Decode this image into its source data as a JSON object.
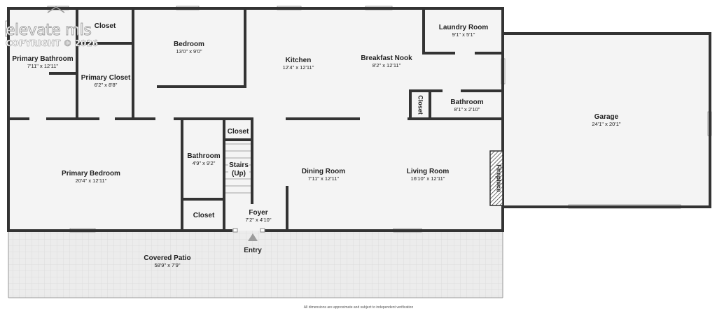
{
  "rooms": {
    "closet_top": {
      "name": "Closet",
      "dim": ""
    },
    "primary_bathroom": {
      "name": "Primary Bathroom",
      "dim": "7'11\" x 12'11\""
    },
    "primary_closet": {
      "name": "Primary Closet",
      "dim": "6'2\" x 8'8\""
    },
    "bedroom": {
      "name": "Bedroom",
      "dim": "13'0\" x 9'0\""
    },
    "kitchen": {
      "name": "Kitchen",
      "dim": "12'4\" x 12'11\""
    },
    "breakfast_nook": {
      "name": "Breakfast Nook",
      "dim": "8'2\" x 12'11\""
    },
    "laundry_room": {
      "name": "Laundry Room",
      "dim": "9'1\" x 5'1\""
    },
    "closet_side": {
      "name": "Closet",
      "dim": ""
    },
    "bathroom_east": {
      "name": "Bathroom",
      "dim": "8'1\" x 2'10\""
    },
    "garage": {
      "name": "Garage",
      "dim": "24'1\" x 20'1\""
    },
    "primary_bedroom": {
      "name": "Primary Bedroom",
      "dim": "20'4\" x 12'11\""
    },
    "bathroom_mid": {
      "name": "Bathroom",
      "dim": "4'9\" x 9'2\""
    },
    "closet_stairs": {
      "name": "Closet",
      "dim": ""
    },
    "stairs": {
      "name": "Stairs",
      "dim": "(Up)"
    },
    "dining_room": {
      "name": "Dining Room",
      "dim": "7'11\" x 12'11\""
    },
    "living_room": {
      "name": "Living Room",
      "dim": "16'10\" x 12'11\""
    },
    "fireplace": {
      "name": "Fireplace",
      "dim": ""
    },
    "closet_foyer": {
      "name": "Closet",
      "dim": ""
    },
    "foyer": {
      "name": "Foyer",
      "dim": "7'2\" x 4'10\""
    },
    "covered_patio": {
      "name": "Covered Patio",
      "dim": "58'9\" x 7'9\""
    }
  },
  "entry_label": "Entry",
  "watermark": {
    "brand": "elevate mls",
    "copyright": "COPYRIGHT © 2026"
  },
  "footnote": "All dimensions are approximate and subject to independent verification",
  "colors": {
    "wall": "#333333",
    "floor": "#f4f4f4",
    "patio": "#ececec",
    "window": "#d6d6d6",
    "entry_arrow": "#9c9c9c"
  }
}
